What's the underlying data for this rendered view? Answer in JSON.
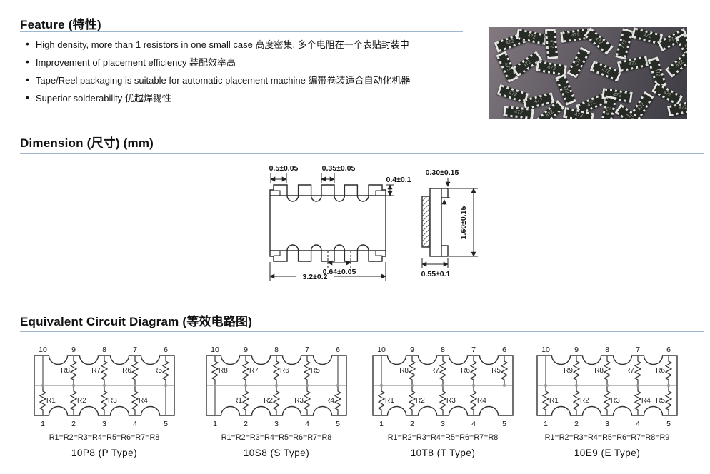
{
  "feature": {
    "title": "Feature (特性)",
    "bullets": [
      "High density, more than 1 resistors in one small case 高度密集, 多个电阻在一个表贴封装中",
      "Improvement of placement efficiency 装配效率高",
      "Tape/Reel packaging is suitable for automatic placement machine 编带卷装适合自动化机器",
      "Superior solderability 优越焊锡性"
    ]
  },
  "photo": {
    "chip_marking": "472",
    "chips": [
      [
        8,
        14,
        -20
      ],
      [
        38,
        6,
        12
      ],
      [
        66,
        16,
        85
      ],
      [
        100,
        4,
        -8
      ],
      [
        132,
        12,
        40
      ],
      [
        168,
        16,
        -75
      ],
      [
        200,
        5,
        14
      ],
      [
        236,
        10,
        -28
      ],
      [
        256,
        22,
        60
      ],
      [
        4,
        48,
        65
      ],
      [
        32,
        44,
        -35
      ],
      [
        66,
        50,
        10
      ],
      [
        104,
        42,
        -62
      ],
      [
        142,
        54,
        22
      ],
      [
        180,
        44,
        -12
      ],
      [
        214,
        56,
        72
      ],
      [
        246,
        44,
        -40
      ],
      [
        12,
        86,
        18
      ],
      [
        48,
        96,
        -14
      ],
      [
        86,
        80,
        68
      ],
      [
        122,
        100,
        -24
      ],
      [
        158,
        88,
        8
      ],
      [
        192,
        104,
        -58
      ],
      [
        228,
        86,
        28
      ],
      [
        250,
        106,
        -12
      ],
      [
        64,
        114,
        -42
      ],
      [
        104,
        116,
        12
      ],
      [
        146,
        110,
        -78
      ],
      [
        20,
        112,
        6
      ],
      [
        176,
        118,
        35
      ]
    ]
  },
  "dimension": {
    "title": "Dimension (尺寸) (mm)",
    "labels": {
      "corner_pad_width": "0.5±0.05",
      "pad_width": "0.35±0.05",
      "pad_height": "0.4±0.1",
      "pad_pitch": "0.64±0.05",
      "body_length": "3.2±0.2",
      "end_cap": "0.30±0.15",
      "body_width": "1.60±0.15",
      "side_thickness": "0.55±0.1"
    }
  },
  "circuits": {
    "title": "Equivalent Circuit Diagram (等效电路图)",
    "diagrams": [
      {
        "name": "10P8 (P Type)",
        "equation": "R1=R2=R3=R4=R5=R6=R7=R8",
        "top_pins": [
          "10",
          "9",
          "8",
          "7",
          "6"
        ],
        "bottom_pins": [
          "1",
          "2",
          "3",
          "4",
          "5"
        ],
        "top": [
          "wire",
          {
            "r": "R8",
            "side": "left"
          },
          {
            "r": "R7",
            "side": "left"
          },
          {
            "r": "R6",
            "side": "left"
          },
          {
            "r": "R5",
            "side": "left"
          }
        ],
        "bottom": [
          {
            "r": "R1",
            "side": "right"
          },
          {
            "r": "R2",
            "side": "right"
          },
          {
            "r": "R3",
            "side": "right"
          },
          {
            "r": "R4",
            "side": "right"
          },
          "wire"
        ]
      },
      {
        "name": "10S8 (S Type)",
        "equation": "R1=R2=R3=R4=R5=R6=R7=R8",
        "top_pins": [
          "10",
          "9",
          "8",
          "7",
          "6"
        ],
        "bottom_pins": [
          "1",
          "2",
          "3",
          "4",
          "5"
        ],
        "top": [
          {
            "r": "R8",
            "side": "right"
          },
          {
            "r": "R7",
            "side": "right"
          },
          {
            "r": "R6",
            "side": "right"
          },
          {
            "r": "R5",
            "side": "right"
          },
          "wire"
        ],
        "bottom": [
          "wire",
          {
            "r": "R1",
            "side": "left"
          },
          {
            "r": "R2",
            "side": "left"
          },
          {
            "r": "R3",
            "side": "left"
          },
          {
            "r": "R4",
            "side": "left"
          }
        ]
      },
      {
        "name": "10T8 (T Type)",
        "equation": "R1=R2=R3=R4=R5=R6=R7=R8",
        "top_pins": [
          "10",
          "9",
          "8",
          "7",
          "6"
        ],
        "bottom_pins": [
          "1",
          "2",
          "3",
          "4",
          "5"
        ],
        "top": [
          "wire",
          {
            "r": "R8",
            "side": "left"
          },
          {
            "r": "R7",
            "side": "left"
          },
          {
            "r": "R6",
            "side": "left"
          },
          {
            "r": "R5",
            "side": "left"
          }
        ],
        "bottom": [
          {
            "r": "R1",
            "side": "right"
          },
          {
            "r": "R2",
            "side": "right"
          },
          {
            "r": "R3",
            "side": "right"
          },
          {
            "r": "R4",
            "side": "right"
          },
          "none"
        ]
      },
      {
        "name": "10E9  (E Type)",
        "equation": "R1=R2=R3=R4=R5=R6=R7=R8=R9",
        "top_pins": [
          "10",
          "9",
          "8",
          "7",
          "6"
        ],
        "bottom_pins": [
          "1",
          "2",
          "3",
          "4",
          "5"
        ],
        "top": [
          "wire",
          {
            "r": "R9",
            "side": "left"
          },
          {
            "r": "R8",
            "side": "left"
          },
          {
            "r": "R7",
            "side": "left"
          },
          {
            "r": "R6",
            "side": "left"
          }
        ],
        "bottom": [
          {
            "r": "R1",
            "side": "right"
          },
          {
            "r": "R2",
            "side": "right"
          },
          {
            "r": "R3",
            "side": "right"
          },
          {
            "r": "R4",
            "side": "right"
          },
          {
            "r": "R5",
            "side": "left"
          }
        ]
      }
    ]
  }
}
